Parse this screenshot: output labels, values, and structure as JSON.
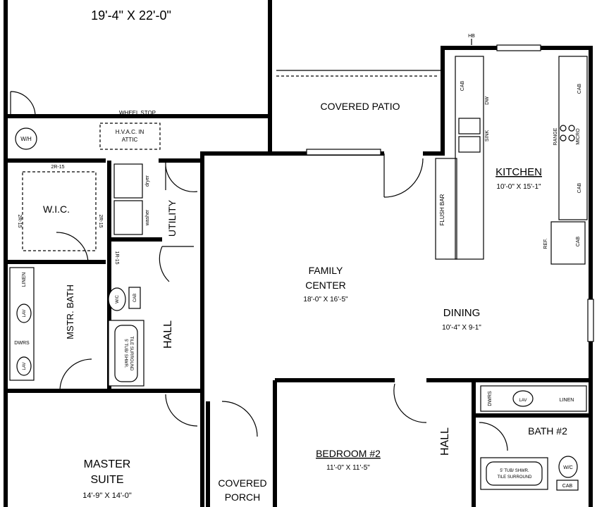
{
  "rooms": {
    "garage_dims": "19'-4\" X 22'-0\"",
    "covered_patio": "COVERED PATIO",
    "kitchen": "KITCHEN",
    "kitchen_dims": "10'-0\" X 15'-1\"",
    "family_center_l1": "FAMILY",
    "family_center_l2": "CENTER",
    "family_center_dims": "18'-0\" X 16'-5\"",
    "dining": "DINING",
    "dining_dims": "10'-4\" X 9-1\"",
    "wic": "W.I.C.",
    "utility": "UTILITY",
    "mstr_bath": "MSTR. BATH",
    "hall_left": "HALL",
    "hall_right": "HALL",
    "master_l1": "MASTER",
    "master_l2": "SUITE",
    "master_dims": "14'-9\" X 14'-0\"",
    "bedroom2": "BEDROOM #2",
    "bedroom2_dims": "11'-0\" X 11'-5\"",
    "bath2": "BATH #2",
    "covered_porch_l1": "COVERED",
    "covered_porch_l2": "PORCH"
  },
  "labels": {
    "wheel_stop": "WHEEL STOP",
    "hvac_l1": "H.V.A.C. IN",
    "hvac_l2": "ATTIC",
    "water_heater": "W/H",
    "hose_bib": "HB",
    "shelf_a": "2R-15",
    "shelf_b": "2R-15",
    "shelf_c": "2R-15",
    "shelf_d": "1R-15",
    "dryer": "dryer",
    "washer": "washer",
    "linen_master": "LINEN",
    "lav_master_1": "LAV",
    "lav_master_2": "LAV",
    "dwrs_master": "DWRS",
    "wc_master": "W/C",
    "cab_master": "CAB",
    "tub_master_l1": "5' TUB/ SHWR.",
    "tub_master_l2": "TILE SURROUND",
    "cab_k1": "CAB",
    "dw": "DW",
    "sink": "SINK",
    "range": "RANGE",
    "micro": "MICRO",
    "cab_k2": "CAB",
    "cab_k3": "CAB",
    "ref": "REF.",
    "cab_k4": "CAB",
    "flush_bar": "FLUSH BAR",
    "dwrs_bath2": "DWRS",
    "lav_bath2": "LAV",
    "linen_bath2": "LINEN",
    "tub_bath2_l1": "5' TUB/ SHWR.",
    "tub_bath2_l2": "TILE SURROUND",
    "wc_bath2": "W/C",
    "cab_bath2": "CAB"
  }
}
